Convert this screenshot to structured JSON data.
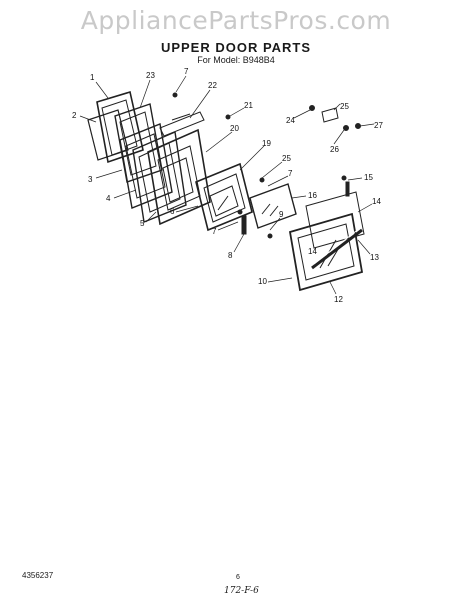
{
  "watermark": "AppliancePartsPros.com",
  "title": "UPPER DOOR PARTS",
  "subtitle": "For Model: B948B4",
  "callouts": [
    "1",
    "23",
    "7",
    "22",
    "21",
    "2",
    "20",
    "3",
    "19",
    "25",
    "7",
    "4",
    "16",
    "6",
    "5",
    "9",
    "7",
    "8",
    "25",
    "24",
    "26",
    "27",
    "15",
    "14",
    "13",
    "10",
    "12",
    "14"
  ],
  "footer": {
    "part_code": "4356237",
    "page_number": "6",
    "handwritten": "172-F-6"
  }
}
